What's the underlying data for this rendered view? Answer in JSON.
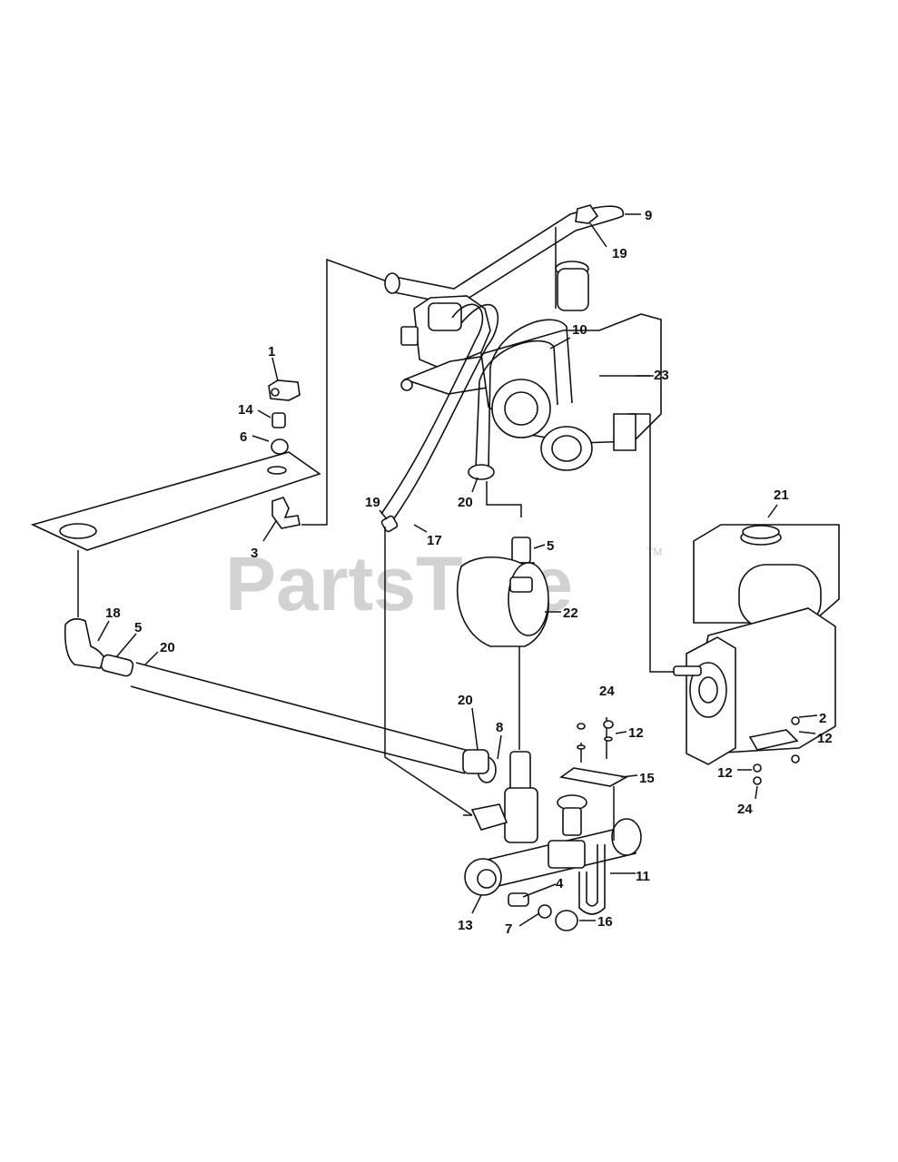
{
  "watermark": {
    "text": "PartsTree",
    "trademark": "TM"
  },
  "callouts": [
    {
      "id": "c1",
      "text": "1"
    },
    {
      "id": "c14",
      "text": "14"
    },
    {
      "id": "c6",
      "text": "6"
    },
    {
      "id": "c3",
      "text": "3"
    },
    {
      "id": "c18",
      "text": "18"
    },
    {
      "id": "c5a",
      "text": "5"
    },
    {
      "id": "c20a",
      "text": "20"
    },
    {
      "id": "c9",
      "text": "9"
    },
    {
      "id": "c19a",
      "text": "19"
    },
    {
      "id": "c10",
      "text": "10"
    },
    {
      "id": "c23",
      "text": "23"
    },
    {
      "id": "c19b",
      "text": "19"
    },
    {
      "id": "c17",
      "text": "17"
    },
    {
      "id": "c20b",
      "text": "20"
    },
    {
      "id": "c5b",
      "text": "5"
    },
    {
      "id": "c22",
      "text": "22"
    },
    {
      "id": "c21",
      "text": "21"
    },
    {
      "id": "c24a",
      "text": "24"
    },
    {
      "id": "c12a",
      "text": "12"
    },
    {
      "id": "c2",
      "text": "2"
    },
    {
      "id": "c12b",
      "text": "12"
    },
    {
      "id": "c15",
      "text": "15"
    },
    {
      "id": "c12c",
      "text": "12"
    },
    {
      "id": "c24b",
      "text": "24"
    },
    {
      "id": "c20c",
      "text": "20"
    },
    {
      "id": "c8",
      "text": "8"
    },
    {
      "id": "c11",
      "text": "11"
    },
    {
      "id": "c4",
      "text": "4"
    },
    {
      "id": "c13",
      "text": "13"
    },
    {
      "id": "c7",
      "text": "7"
    },
    {
      "id": "c16",
      "text": "16"
    }
  ]
}
